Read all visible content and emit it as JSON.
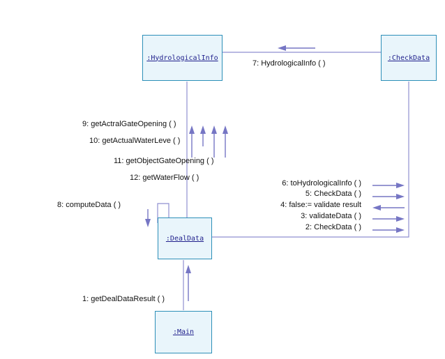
{
  "objects": {
    "hydrological": ":HydrologicalInfo",
    "checkdata": ":CheckData",
    "dealdata": ":DealData",
    "main": ":Main"
  },
  "messages": {
    "m1": "1: getDealDataResult ( )",
    "m2": "2: CheckData ( )",
    "m3": "3: validateData ( )",
    "m4": "4: false:= validate result",
    "m5": "5: CheckData ( )",
    "m6": "6: toHydrologicalInfo ( )",
    "m7": "7: HydrologicalInfo ( )",
    "m8": "8: computeData ( )",
    "m9": "9: getActralGateOpening ( )",
    "m10": "10: getActualWaterLeve ( )",
    "m11": "11: getObjectGateOpening ( )",
    "m12": "12: getWaterFlow ( )"
  },
  "colors": {
    "line": "#8f8fd0",
    "arrow": "#7676c4",
    "box_fill": "#e9f5fb",
    "box_border": "#2c8fb8"
  }
}
